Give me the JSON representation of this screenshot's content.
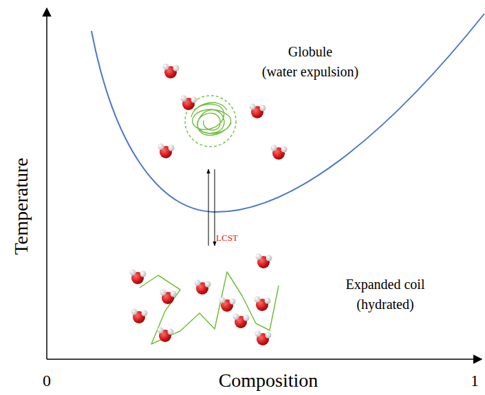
{
  "diagram": {
    "labels": [
      "Globule",
      "(water expulsion)",
      "LCST",
      "Expanded coil",
      "(hydrated)",
      "Temperature",
      "0",
      "Composition",
      "1"
    ]
  }
}
